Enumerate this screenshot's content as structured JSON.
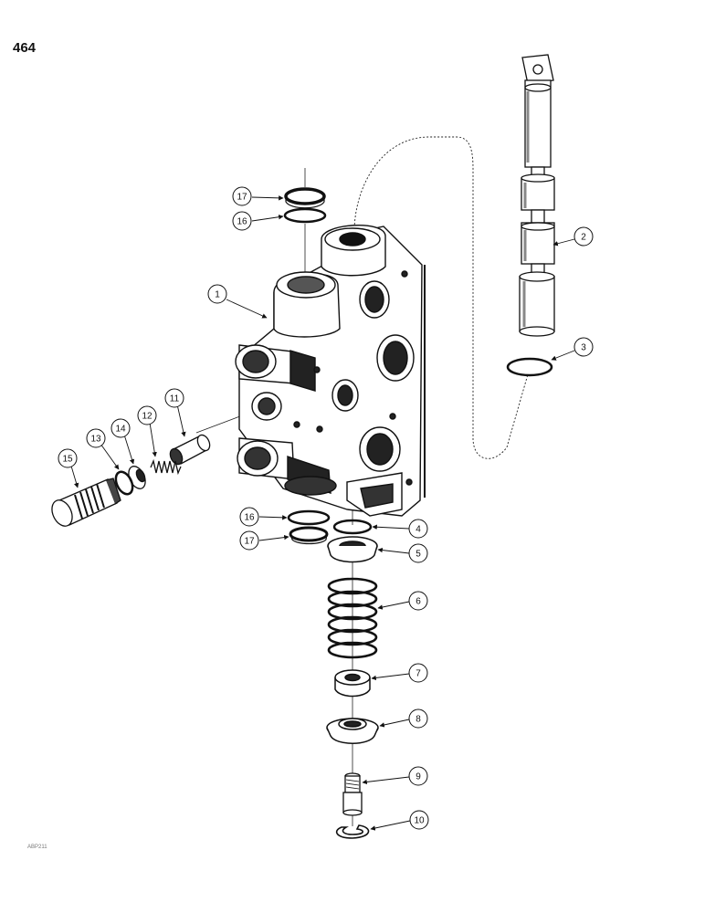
{
  "page": {
    "number": "464",
    "figure_code": "ABP211"
  },
  "callouts": [
    {
      "id": "c1",
      "label": "1"
    },
    {
      "id": "c2",
      "label": "2"
    },
    {
      "id": "c3",
      "label": "3"
    },
    {
      "id": "c4",
      "label": "4"
    },
    {
      "id": "c5",
      "label": "5"
    },
    {
      "id": "c6",
      "label": "6"
    },
    {
      "id": "c7",
      "label": "7"
    },
    {
      "id": "c8",
      "label": "8"
    },
    {
      "id": "c9",
      "label": "9"
    },
    {
      "id": "c10",
      "label": "10"
    },
    {
      "id": "c11",
      "label": "11"
    },
    {
      "id": "c12",
      "label": "12"
    },
    {
      "id": "c13",
      "label": "13"
    },
    {
      "id": "c14",
      "label": "14"
    },
    {
      "id": "c15",
      "label": "15"
    },
    {
      "id": "c16a",
      "label": "16"
    },
    {
      "id": "c17a",
      "label": "17"
    },
    {
      "id": "c16b",
      "label": "16"
    },
    {
      "id": "c17b",
      "label": "17"
    }
  ]
}
